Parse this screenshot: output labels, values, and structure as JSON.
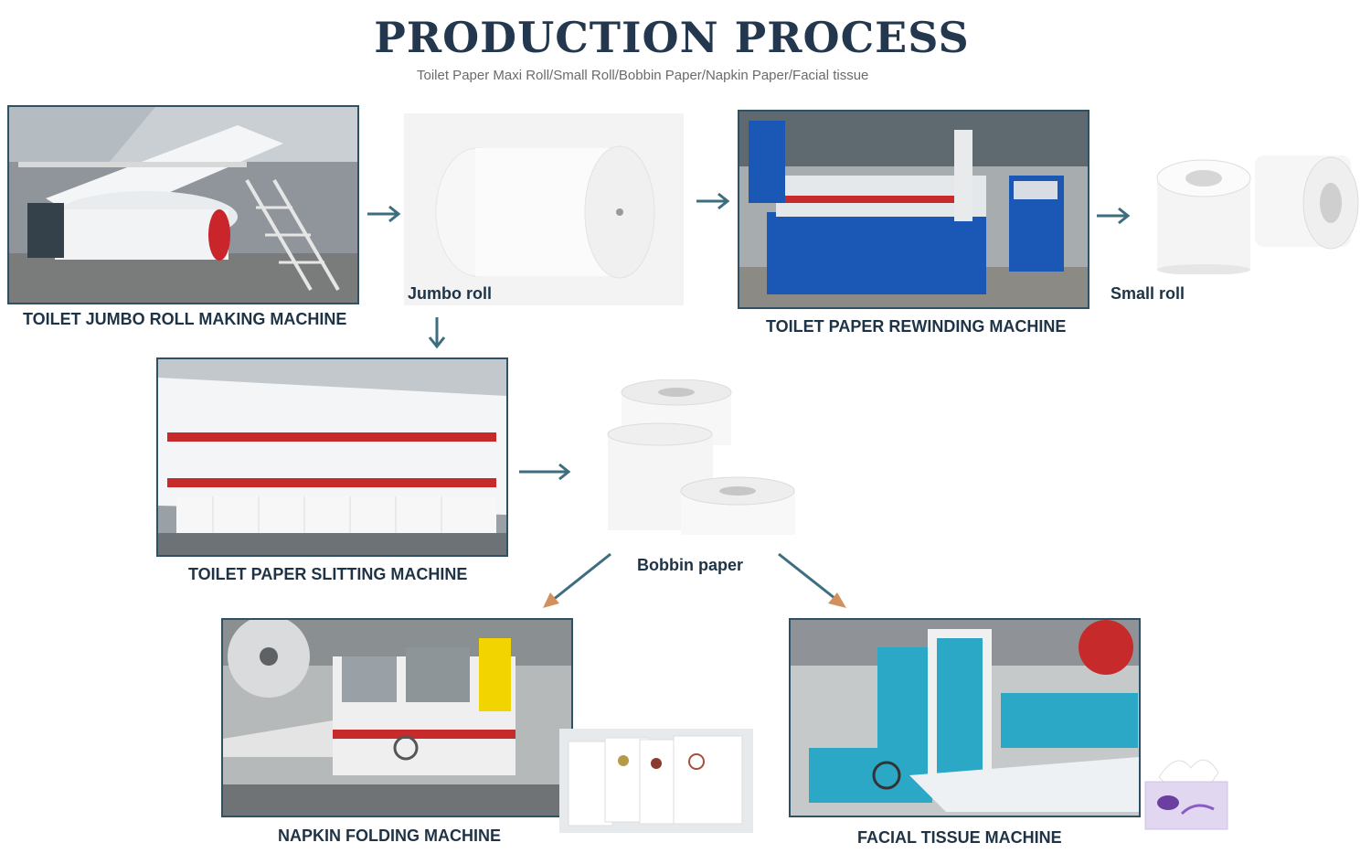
{
  "header": {
    "title": "PRODUCTION PROCESS",
    "subtitle": "Toilet Paper Maxi Roll/Small Roll/Bobbin Paper/Napkin Paper/Facial tissue"
  },
  "machines": {
    "jumbo_roll_machine": "TOILET JUMBO ROLL MAKING MACHINE",
    "rewinding_machine": "TOILET PAPER REWINDING MACHINE",
    "slitting_machine": "TOILET PAPER SLITTING MACHINE",
    "napkin_machine": "NAPKIN FOLDING MACHINE",
    "facial_tissue_machine": "FACIAL TISSUE MACHINE"
  },
  "products": {
    "jumbo_roll": "Jumbo roll",
    "small_roll": "Small roll",
    "bobbin_paper": "Bobbin paper"
  },
  "colors": {
    "title": "#23384f",
    "arrow": "#3d6e80",
    "frame": "#2f5166",
    "machine_blue": "#1b57b5",
    "machine_teal": "#2aa8c6",
    "roller_red": "#c62a2a"
  }
}
